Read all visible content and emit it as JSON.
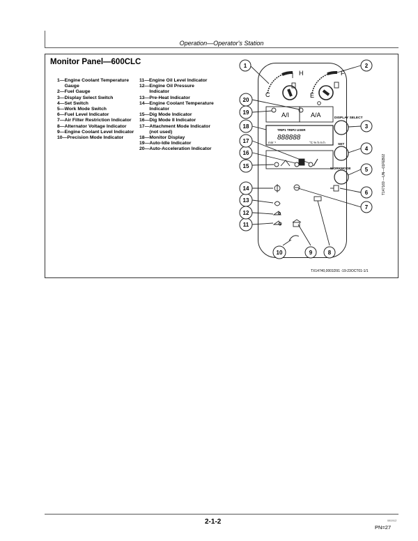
{
  "header": {
    "title": "Operation—Operator's Station"
  },
  "section": {
    "title": "Monitor Panel—600CLC"
  },
  "legend_left": [
    {
      "num": "1—",
      "text": "Engine Coolant Temperature Gauge"
    },
    {
      "num": "2—",
      "text": "Fuel Gauge"
    },
    {
      "num": "3—",
      "text": "Display Select Switch"
    },
    {
      "num": "4—",
      "text": "Set Switch"
    },
    {
      "num": "5—",
      "text": "Work Mode Switch"
    },
    {
      "num": "6—",
      "text": "Fuel Level Indicator"
    },
    {
      "num": "7—",
      "text": "Air Filter Restriction Indicator"
    },
    {
      "num": "8—",
      "text": "Alternator Voltage Indicator"
    },
    {
      "num": "9—",
      "text": "Engine Coolant Level Indicator"
    },
    {
      "num": "10—",
      "text": "Precision Mode Indicator"
    }
  ],
  "legend_right": [
    {
      "num": "11—",
      "text": "Engine Oil Level Indicator"
    },
    {
      "num": "12—",
      "text": "Engine Oil Pressure Indicator"
    },
    {
      "num": "13—",
      "text": "Pre-Heat Indicator"
    },
    {
      "num": "14—",
      "text": "Engine Coolant Temperature Indicator"
    },
    {
      "num": "15—",
      "text": "Dig Mode Indicator"
    },
    {
      "num": "16—",
      "text": "Dig Mode II Indicator"
    },
    {
      "num": "17—",
      "text": "Attachment Mode Indicator (not used)"
    },
    {
      "num": "18—",
      "text": "Monitor Display"
    },
    {
      "num": "19—",
      "text": "Auto-Idle Indicator"
    },
    {
      "num": "20—",
      "text": "Auto-Acceleration Indicator"
    }
  ],
  "panel": {
    "gauge_temp_h": "H",
    "gauge_temp_c": "C",
    "gauge_fuel_f": "F",
    "gauge_fuel_e": "E",
    "btn_auto_idle": "A/I",
    "btn_auto_accel": "A/A",
    "display_top": "TRIP1 TRIP2 USER",
    "display_digits": "888888",
    "display_unit_left": "min⁻¹",
    "display_unit_right": "°C % h m h",
    "display_select_label": "DISPLAY SELECT",
    "set_label": "SET",
    "workmode_label": "WORKMODE"
  },
  "callouts": [
    "1",
    "2",
    "3",
    "4",
    "5",
    "6",
    "7",
    "8",
    "9",
    "10",
    "11",
    "12",
    "13",
    "14",
    "15",
    "16",
    "17",
    "18",
    "19",
    "20"
  ],
  "figure": {
    "caption": "TX14740,0001D91 -19-23OCT01-1/1",
    "side_code": "T147169 —UN—01FEB02"
  },
  "footer": {
    "page": "2-1-2",
    "pn_small": "081912",
    "pn": "PN=27"
  }
}
